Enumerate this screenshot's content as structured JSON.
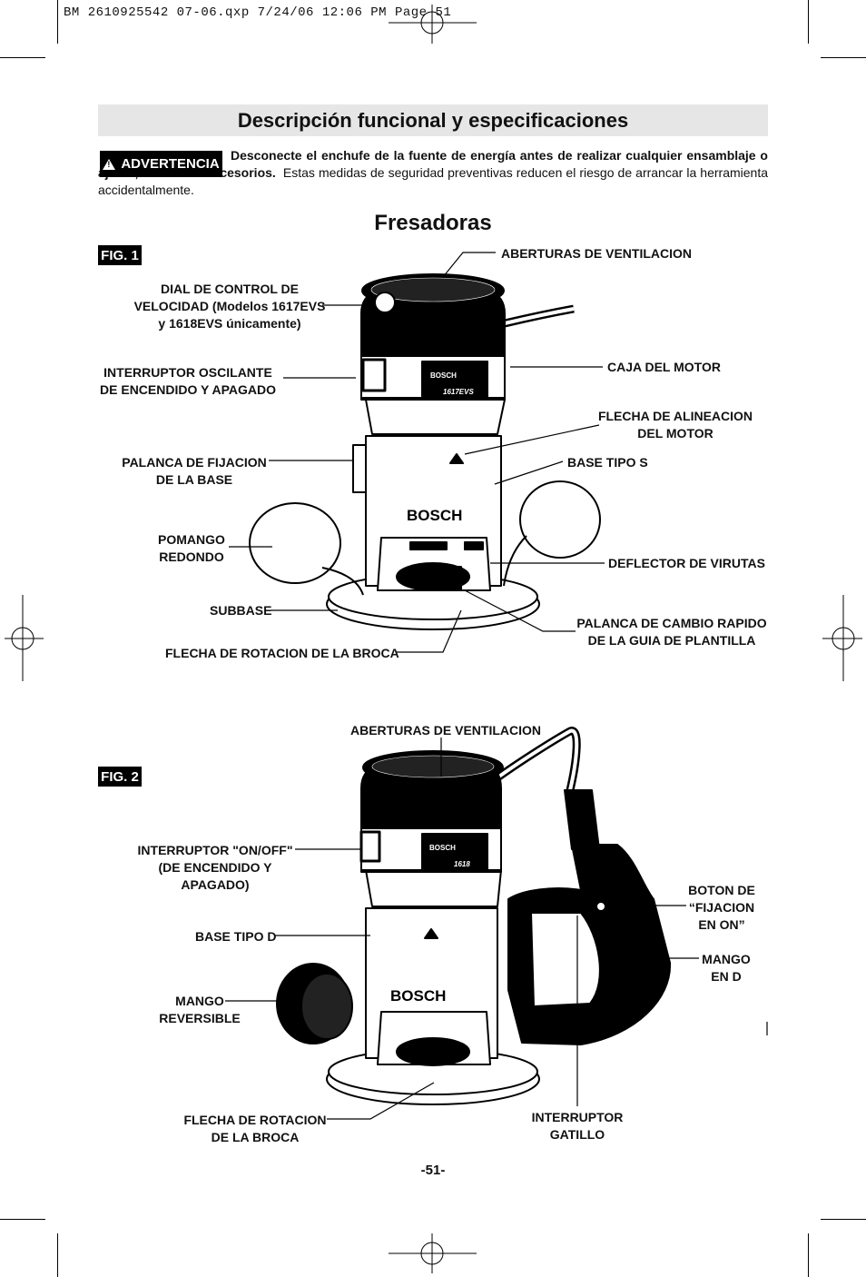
{
  "slug": "BM 2610925542 07-06.qxp  7/24/06  12:06 PM  Page 51",
  "title": "Descripción funcional y especificaciones",
  "warning": {
    "badge": "ADVERTENCIA",
    "bold_text": "Desconecte el enchufe de la fuente de energía antes de realizar cualquier ensamblaje o ajuste, o cambiar accesorios.",
    "text": "Estas medidas de seguridad preventivas reducen el riesgo de arrancar la herramienta accidentalmente."
  },
  "section_title": "Fresadoras",
  "fig1": {
    "label": "FIG. 1",
    "brand": "BOSCH",
    "model": "1617EVS",
    "callouts": {
      "ventilation": "ABERTURAS DE VENTILACION",
      "speed_dial": "DIAL DE CONTROL DE\nVELOCIDAD (Modelos 1617EVS\ny 1618EVS únicamente)",
      "rocker_switch": "INTERRUPTOR OSCILANTE\nDE ENCENDIDO Y APAGADO",
      "motor_housing": "CAJA DEL MOTOR",
      "alignment_arrow": "FLECHA DE ALINEACION\nDEL MOTOR",
      "clamp_lever": "PALANCA DE FIJACION\nDE LA BASE",
      "base_s": "BASE TIPO S",
      "knob": "POMANGO\nREDONDO",
      "chip_deflector": "DEFLECTOR DE VIRUTAS",
      "subbase": "SUBBASE",
      "template_lever": "PALANCA DE CAMBIO RAPIDO\nDE LA GUIA DE PLANTILLA",
      "rotation_arrow": "FLECHA DE ROTACION DE LA BROCA"
    }
  },
  "fig2": {
    "label": "FIG. 2",
    "brand": "BOSCH",
    "model": "1618",
    "callouts": {
      "ventilation": "ABERTURAS DE VENTILACION",
      "on_off_switch": "INTERRUPTOR \"ON/OFF\"\n(DE ENCENDIDO Y\nAPAGADO)",
      "lock_button": "BOTON DE\n“FIJACION\nEN ON”",
      "base_d": "BASE TIPO D",
      "d_handle": "MANGO\nEN D",
      "reversible_handle": "MANGO\nREVERSIBLE",
      "rotation_arrow": "FLECHA DE ROTACION\nDE LA BROCA",
      "trigger": "INTERRUPTOR\nGATILLO"
    }
  },
  "page_number": "-51-"
}
